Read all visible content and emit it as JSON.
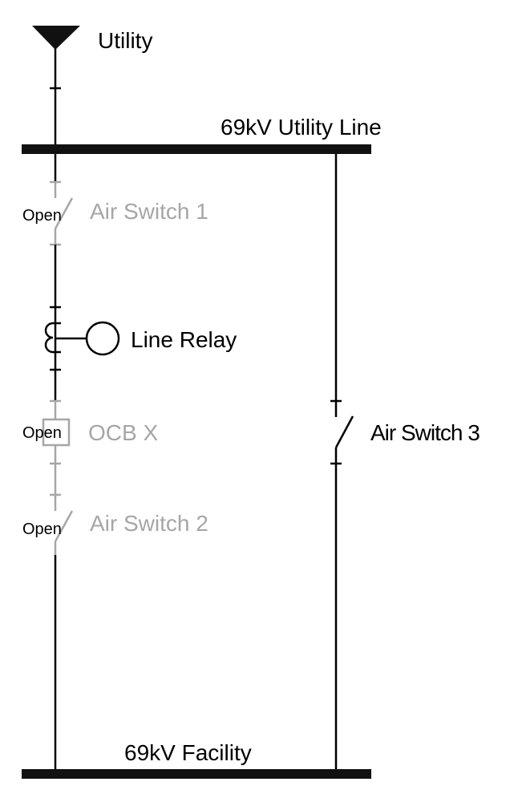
{
  "colors": {
    "energized": "#000000",
    "open": "#a6a6a6"
  },
  "source": {
    "label": "Utility"
  },
  "buses": {
    "top": "69kV Utility Line",
    "bottom": "69kV Facility"
  },
  "left_branch": {
    "air_switch_1": {
      "label": "Air Switch 1",
      "state": "Open"
    },
    "relay": {
      "label": "Line Relay"
    },
    "breaker": {
      "label": "OCB X",
      "state": "Open"
    },
    "air_switch_2": {
      "label": "Air Switch 2",
      "state": "Open"
    }
  },
  "right_branch": {
    "air_switch_3": {
      "label": "Air Switch 3"
    }
  }
}
